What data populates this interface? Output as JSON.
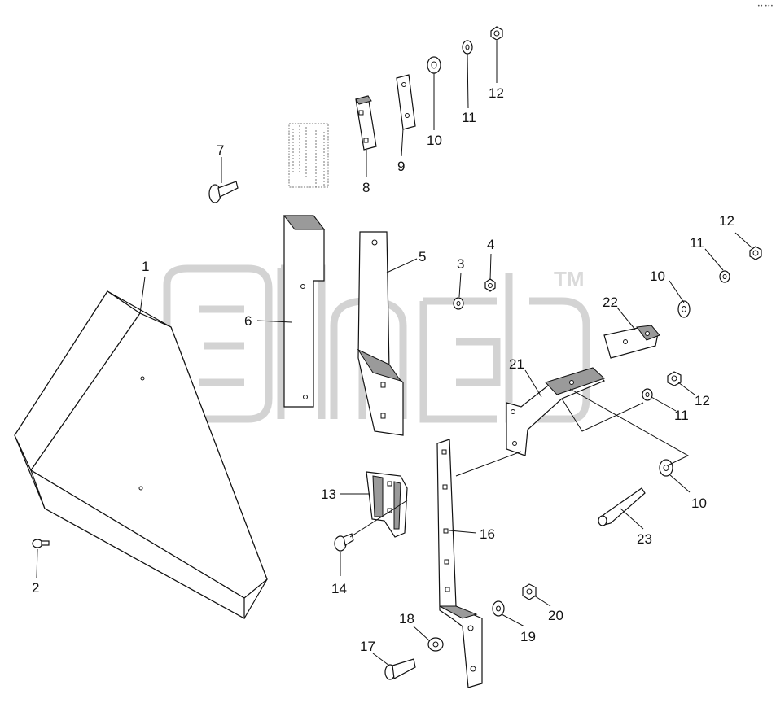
{
  "watermark": {
    "trademark": "TM"
  },
  "corner_mark": "•• •••",
  "callouts": {
    "c1": "1",
    "c2": "2",
    "c3": "3",
    "c4": "4",
    "c5": "5",
    "c6": "6",
    "c7": "7",
    "c8": "8",
    "c9": "9",
    "c10a": "10",
    "c10b": "10",
    "c10c": "10",
    "c11a": "11",
    "c11b": "11",
    "c11c": "11",
    "c12a": "12",
    "c12b": "12",
    "c12c": "12",
    "c13": "13",
    "c14": "14",
    "c16": "16",
    "c17": "17",
    "c18": "18",
    "c19": "19",
    "c20": "20",
    "c21": "21",
    "c22": "22",
    "c23": "23"
  },
  "colors": {
    "line": "#111111",
    "watermark": "#cfcfcf",
    "shade": "#9a9a9a"
  }
}
